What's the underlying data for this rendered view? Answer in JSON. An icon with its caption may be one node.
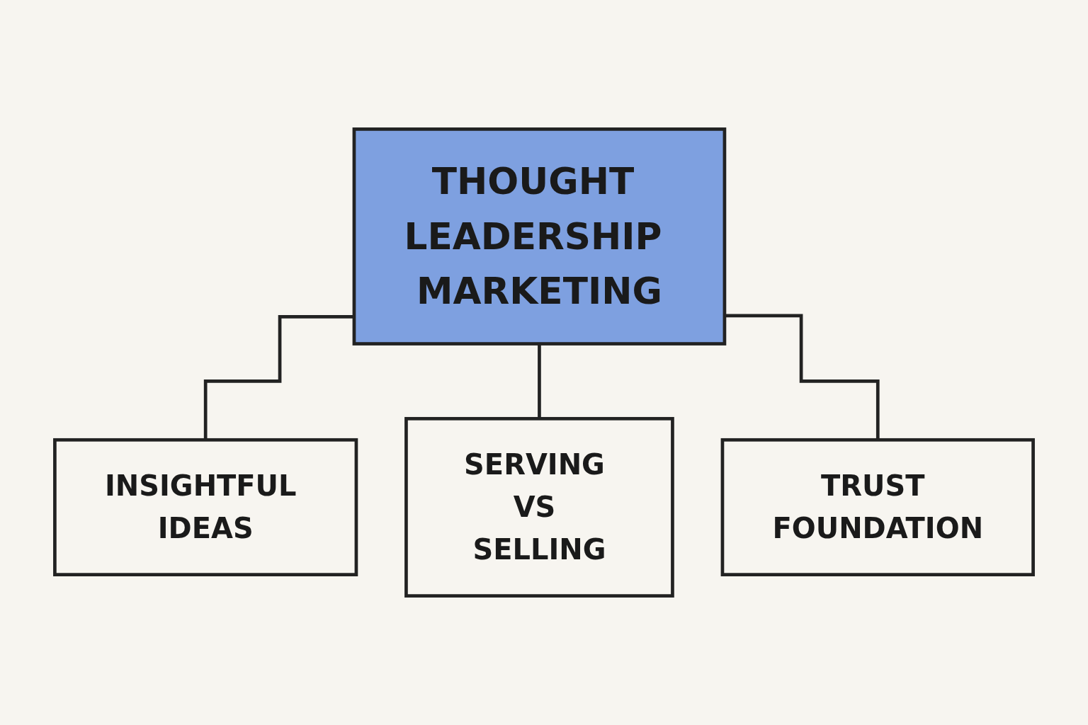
{
  "diagram": {
    "nodes": [
      {
        "text": [
          "THOUGHT LEADERSHIP MARKETING"
        ]
      },
      {
        "text": [
          "INSIGHTFUL IDEAS"
        ]
      },
      {
        "text": [
          "SERVING VS SELLING"
        ]
      },
      {
        "text": [
          "TRUST FOUNDATION"
        ]
      }
    ],
    "edges": [
      {
        "from": 0,
        "to": 1,
        "arrow": "none"
      },
      {
        "from": 0,
        "to": 2,
        "arrow": "none"
      },
      {
        "from": 0,
        "to": 3,
        "arrow": "none"
      }
    ]
  }
}
